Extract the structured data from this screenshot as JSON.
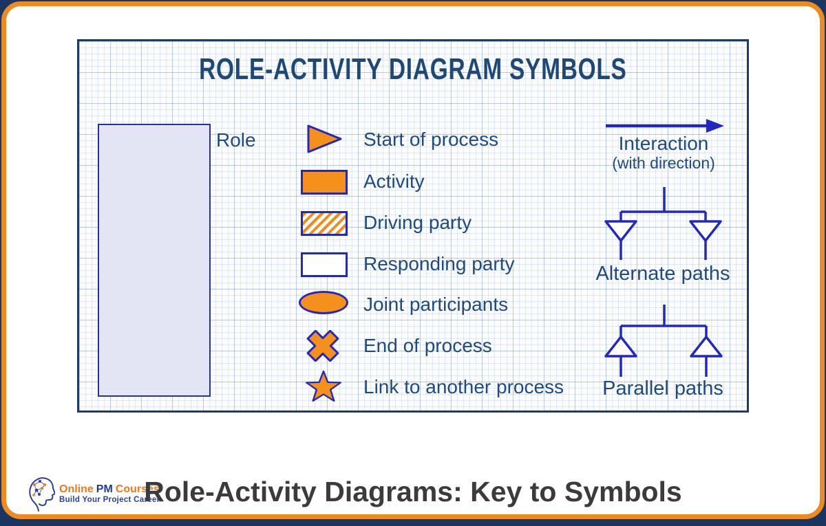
{
  "panel": {
    "title": "ROLE-ACTIVITY DIAGRAM SYMBOLS"
  },
  "role": {
    "label": "Role"
  },
  "legend": {
    "items": [
      {
        "icon": "start-of-process-icon",
        "label": "Start of process"
      },
      {
        "icon": "activity-icon",
        "label": "Activity"
      },
      {
        "icon": "driving-party-icon",
        "label": "Driving party"
      },
      {
        "icon": "responding-party-icon",
        "label": "Responding party"
      },
      {
        "icon": "joint-participants-icon",
        "label": "Joint participants"
      },
      {
        "icon": "end-of-process-icon",
        "label": "End of process"
      },
      {
        "icon": "link-to-another-process-icon",
        "label": "Link to another process"
      }
    ]
  },
  "interaction": {
    "label": "Interaction",
    "sublabel": "(with direction)"
  },
  "branches": {
    "alternate_label": "Alternate paths",
    "parallel_label": "Parallel paths"
  },
  "footer": {
    "logo": {
      "word1": "Online",
      "word2": "PM",
      "word3": "Courses",
      "tagline": "Build Your Project Career"
    },
    "caption": "Role-Activity Diagrams: Key to Symbols"
  },
  "colors": {
    "frame_orange": "#EE8A1F",
    "symbol_orange": "#F5901D",
    "symbol_border_blue": "#2328BD",
    "navy_text": "#1D4B80",
    "panel_border": "#1C3A6A",
    "page_background": "#1A3560",
    "role_fill": "#E3E5F5",
    "role_border": "#2A2FA0",
    "caption_gray": "#3B3B3D"
  }
}
